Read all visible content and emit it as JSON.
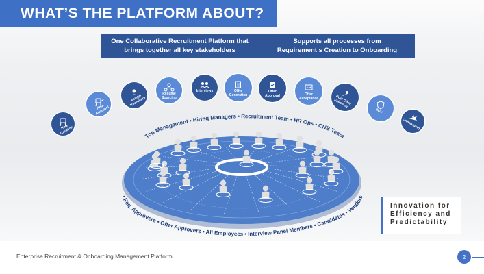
{
  "title": "WHAT’S THE PLATFORM ABOUT?",
  "banner": {
    "left": [
      "One Collaborative Recruitment Platform that",
      "brings together all key stakeholders"
    ],
    "right": [
      "Supports all processes from",
      "Requirement s Creation to Onboarding"
    ]
  },
  "steps": [
    {
      "label": [
        "Req.",
        "Creation"
      ],
      "icon": "chair-icon",
      "color": "#2f5597"
    },
    {
      "label": [
        "Req.",
        "Approval"
      ],
      "icon": "chair-approve-icon",
      "color": "#5b8ad6"
    },
    {
      "label": [
        "Assign",
        "Recruiters"
      ],
      "icon": "user-assign-icon",
      "color": "#2f5597"
    },
    {
      "label": [
        "Resume",
        "Sourcing"
      ],
      "icon": "network-icon",
      "color": "#5b8ad6"
    },
    {
      "label": [
        "Interviews"
      ],
      "icon": "people-icon",
      "color": "#2f5597"
    },
    {
      "label": [
        "Offer",
        "Generation"
      ],
      "icon": "document-icon",
      "color": "#5b8ad6"
    },
    {
      "label": [
        "Offer",
        "Approval"
      ],
      "icon": "document-check-icon",
      "color": "#2f5597"
    },
    {
      "label": [
        "Offer",
        "Acceptance"
      ],
      "icon": "handshake-icon",
      "color": "#5b8ad6"
    },
    {
      "label": [
        "Post Offer",
        "Follow up"
      ],
      "icon": "follow-up-icon",
      "color": "#2f5597"
    },
    {
      "label": [
        "BGV"
      ],
      "icon": "shield-icon",
      "color": "#5b8ad6"
    },
    {
      "label": [
        "Onboarding"
      ],
      "icon": "airplane-icon",
      "color": "#2f5597"
    }
  ],
  "top_stakeholders": "Top Management • Hiring Managers • Recruitment Team • HR Ops • CNB Team",
  "bottom_stakeholders": "• Req. Approvers • Offer Approvers • All Employees • Interview Panel Members • Candidates • Vendors",
  "tagline": [
    "Innovation for",
    "Efficiency and",
    "Predictability"
  ],
  "footer": {
    "text": "Enterprise Recruitment  & Onboarding Management Platform",
    "page_number": "2"
  },
  "colors": {
    "accent": "#3e70c6",
    "dark_blue": "#2f5597",
    "light_blue": "#5b8ad6"
  }
}
